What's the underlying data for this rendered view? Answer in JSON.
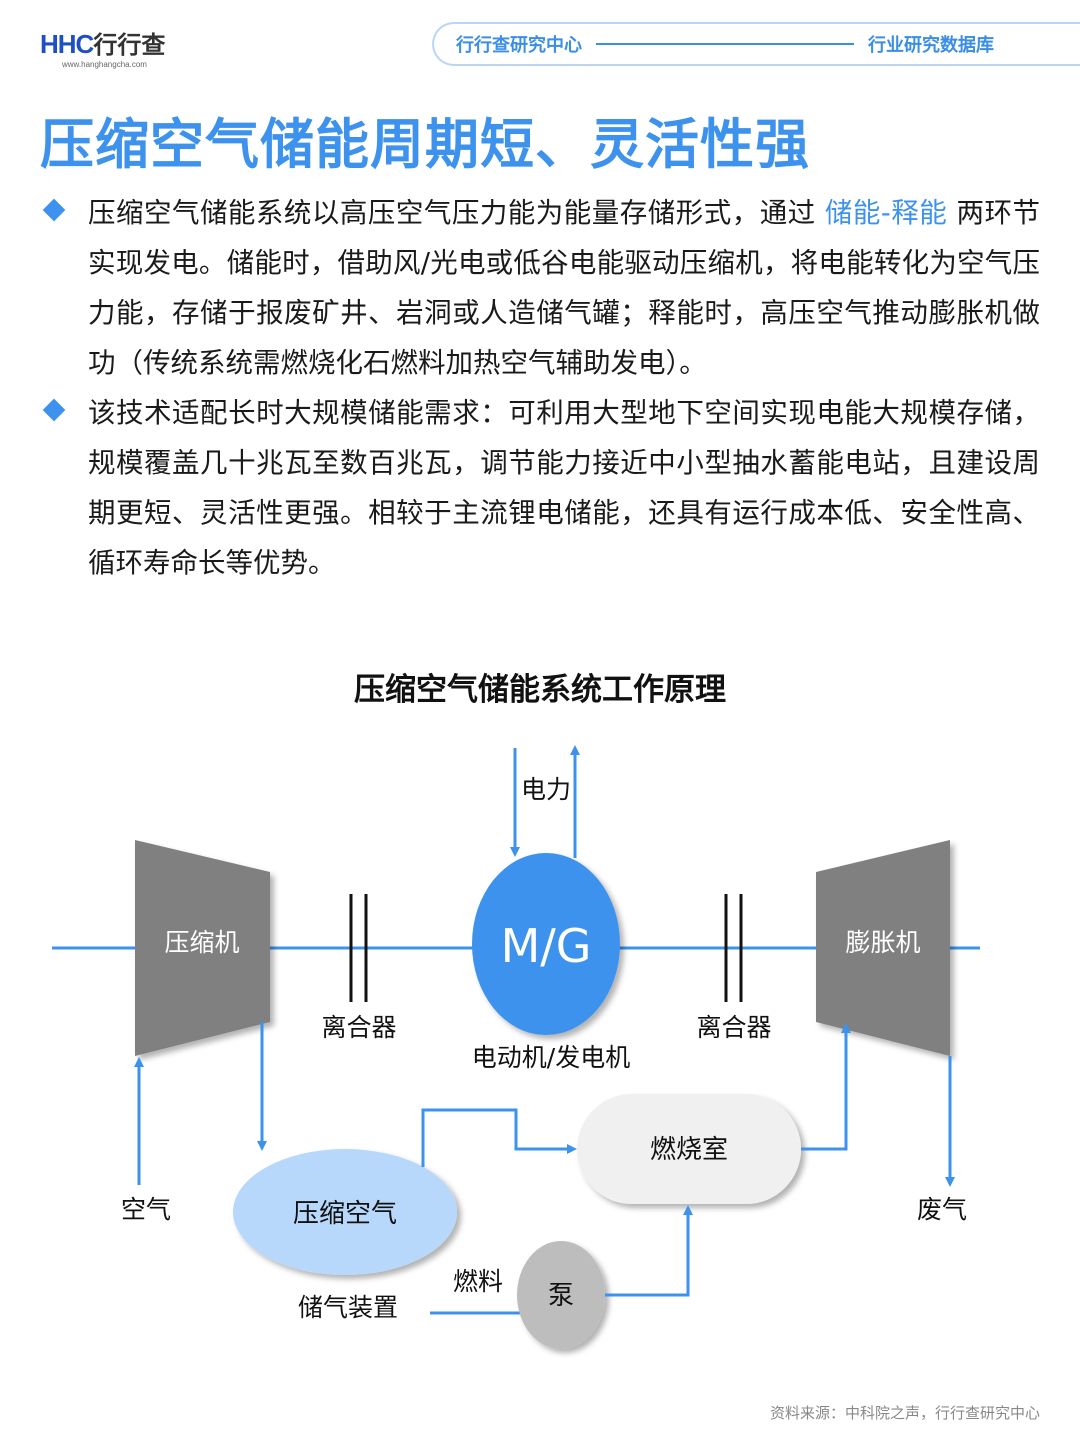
{
  "header": {
    "logo_text": "HHC",
    "logo_cn": "行行查",
    "logo_url": "www.hanghangcha.com",
    "pill_left": "行行查研究中心",
    "pill_right": "行业研究数据库"
  },
  "title": "压缩空气储能周期短、灵活性强",
  "bullets": [
    {
      "pre": "压缩空气储能系统以高压空气压力能为能量存储形式，通过 ",
      "highlight": "储能-释能",
      "post": " 两环节实现发电。储能时，借助风/光电或低谷电能驱动压缩机，将电能转化为空气压力能，存储于报废矿井、岩洞或人造储气罐；释能时，高压空气推动膨胀机做功（传统系统需燃烧化石燃料加热空气辅助发电）。"
    },
    {
      "text": "该技术适配长时大规模储能需求：可利用大型地下空间实现电能大规模存储，规模覆盖几十兆瓦至数百兆瓦，调节能力接近中小型抽水蓄能电站，且建设周期更短、灵活性更强。相较于主流锂电储能，还具有运行成本低、安全性高、循环寿命长等优势。"
    }
  ],
  "diagram": {
    "title": "压缩空气储能系统工作原理",
    "nodes": {
      "compressor": "压缩机",
      "clutch_left": "离合器",
      "mg": "M/G",
      "mg_label": "电动机/发电机",
      "power": "电力",
      "clutch_right": "离合器",
      "expander": "膨胀机",
      "air": "空气",
      "compressed_air": "压缩空气",
      "storage": "储气装置",
      "combustor": "燃烧室",
      "fuel": "燃料",
      "pump": "泵",
      "exhaust": "废气"
    },
    "colors": {
      "accent": "#3d92ee",
      "machine_gray": "#808080",
      "compressed_air_fill": "#b8d8fb",
      "combustor_fill": "#f0f0f0",
      "pump_fill": "#bdbdbd"
    }
  },
  "source": "资料来源：中科院之声，行行查研究中心"
}
